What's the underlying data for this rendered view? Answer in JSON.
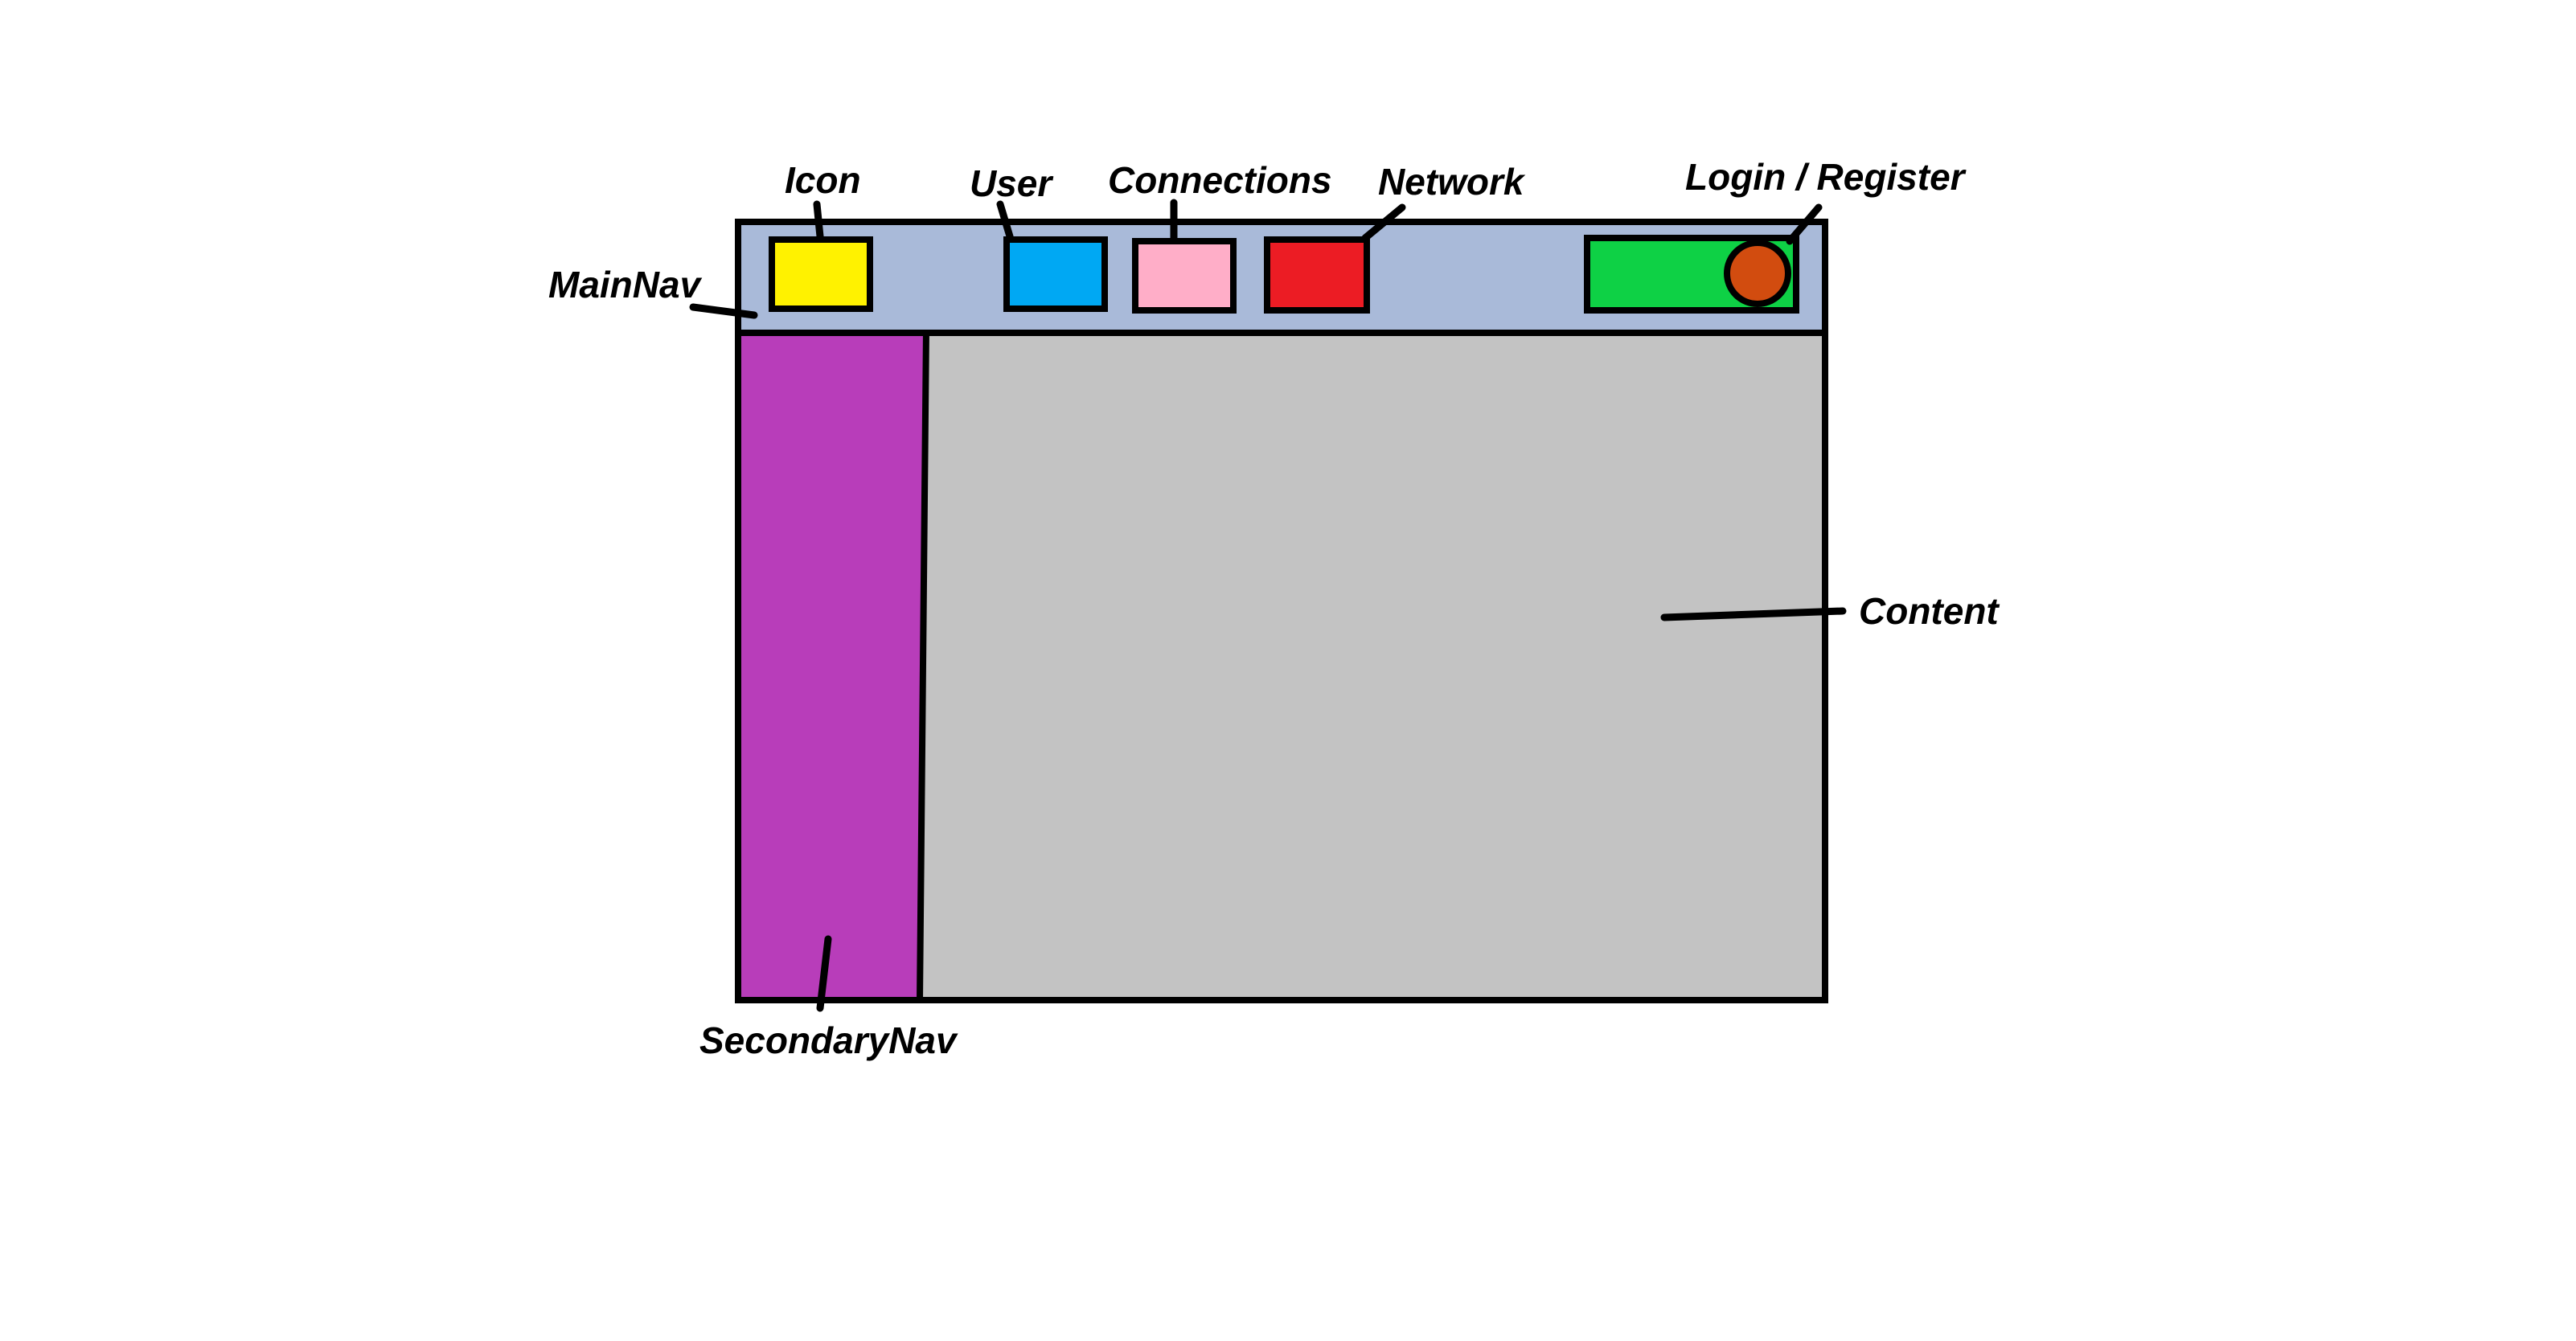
{
  "labels": {
    "icon": "Icon",
    "user": "User",
    "connections": "Connections",
    "network": "Network",
    "login_register": "Login / Register",
    "main_nav": "MainNav",
    "content": "Content",
    "secondary_nav": "SecondaryNav"
  },
  "colors": {
    "main_nav": "#a9bad9",
    "icon": "#fff200",
    "user": "#00a8f3",
    "connections": "#ffaec8",
    "network": "#ec1c24",
    "login_register": "#0ed145",
    "avatar": "#d24c0f",
    "secondary_nav": "#b83dba",
    "content": "#c3c3c3",
    "outline": "#000000"
  }
}
